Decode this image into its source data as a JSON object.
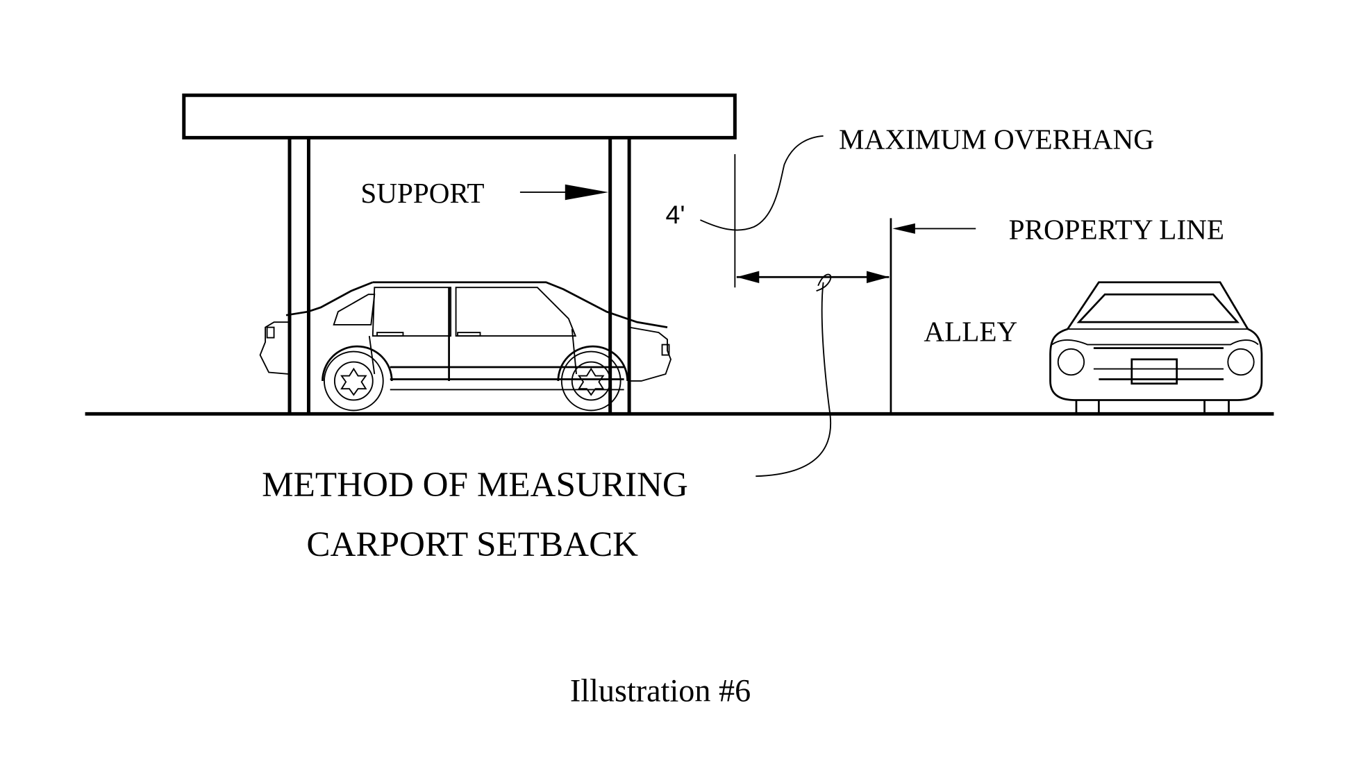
{
  "diagram": {
    "title_line1": "METHOD OF MEASURING",
    "title_line2": "CARPORT SETBACK",
    "caption": "Illustration #6",
    "labels": {
      "support": "SUPPORT",
      "maximum_overhang": "MAXIMUM OVERHANG",
      "property_line": "PROPERTY LINE",
      "alley": "ALLEY",
      "dimension": "4'"
    },
    "colors": {
      "line": "#000000",
      "background": "#ffffff"
    }
  }
}
